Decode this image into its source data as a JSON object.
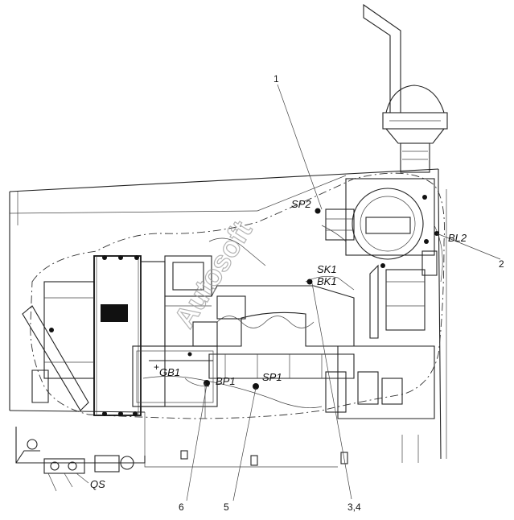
{
  "labels": {
    "sp2": "SP2",
    "bl2": "BL2",
    "sk1": "SK1",
    "bk1": "BK1",
    "gb1": "GB1",
    "bp1": "BP1",
    "sp1": "SP1",
    "qs": "QS"
  },
  "callouts": {
    "c1": "1",
    "c2": "2",
    "c34": "3,4",
    "c5": "5",
    "c6": "6"
  },
  "watermark": "Autosoft"
}
